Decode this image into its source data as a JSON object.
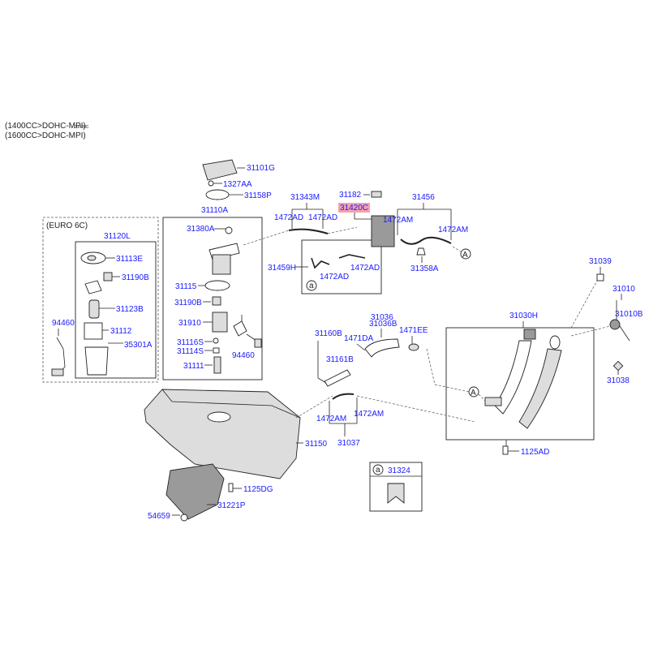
{
  "header": {
    "line1": "(1400CC>DOHC-MPI)",
    "line1_overlay": "31420C",
    "line2": "(1600CC>DOHC-MPI)"
  },
  "colors": {
    "label": "#1a1aff",
    "highlight": "#f7a1a8",
    "line": "#222222"
  },
  "labels": {
    "euro6c": "(EURO 6C)",
    "p31120L": "31120L",
    "p31113E": "31113E",
    "p31190B_a": "31190B",
    "p31123B": "31123B",
    "p94460_a": "94460",
    "p31112": "31112",
    "p35301A": "35301A",
    "p31101G": "31101G",
    "p1327AA": "1327AA",
    "p31158P": "31158P",
    "p31110A": "31110A",
    "p31380A": "31380A",
    "p31115": "31115",
    "p31190B_b": "31190B",
    "p31910": "31910",
    "p31116S": "31116S",
    "p31114S": "31114S",
    "p94460_b": "94460",
    "p31111": "31111",
    "p31343M": "31343M",
    "p1472AD_1": "1472AD",
    "p1472AD_2": "1472AD",
    "p31459H": "31459H",
    "p1472AD_3": "1472AD",
    "p1472AD_4": "1472AD",
    "p31182": "31182",
    "p31420C": "31420C",
    "p31456": "31456",
    "p1472AM_1": "1472AM",
    "p1472AM_2": "1472AM",
    "p31358A": "31358A",
    "p31039": "31039",
    "p31010": "31010",
    "p31010B": "31010B",
    "p31038": "31038",
    "p31030H": "31030H",
    "p31036": "31036",
    "p31036B": "31036B",
    "p1471DA": "1471DA",
    "p1471EE": "1471EE",
    "p31160B": "31160B",
    "p31161B": "31161B",
    "p1472AM_3": "1472AM",
    "p1472AM_4": "1472AM",
    "p31037": "31037",
    "p31150": "31150",
    "p1125DG": "1125DG",
    "p31221P": "31221P",
    "p54659": "54659",
    "p1125AD": "1125AD",
    "p31324": "31324"
  },
  "callouts": {
    "a": "a",
    "A": "A"
  }
}
